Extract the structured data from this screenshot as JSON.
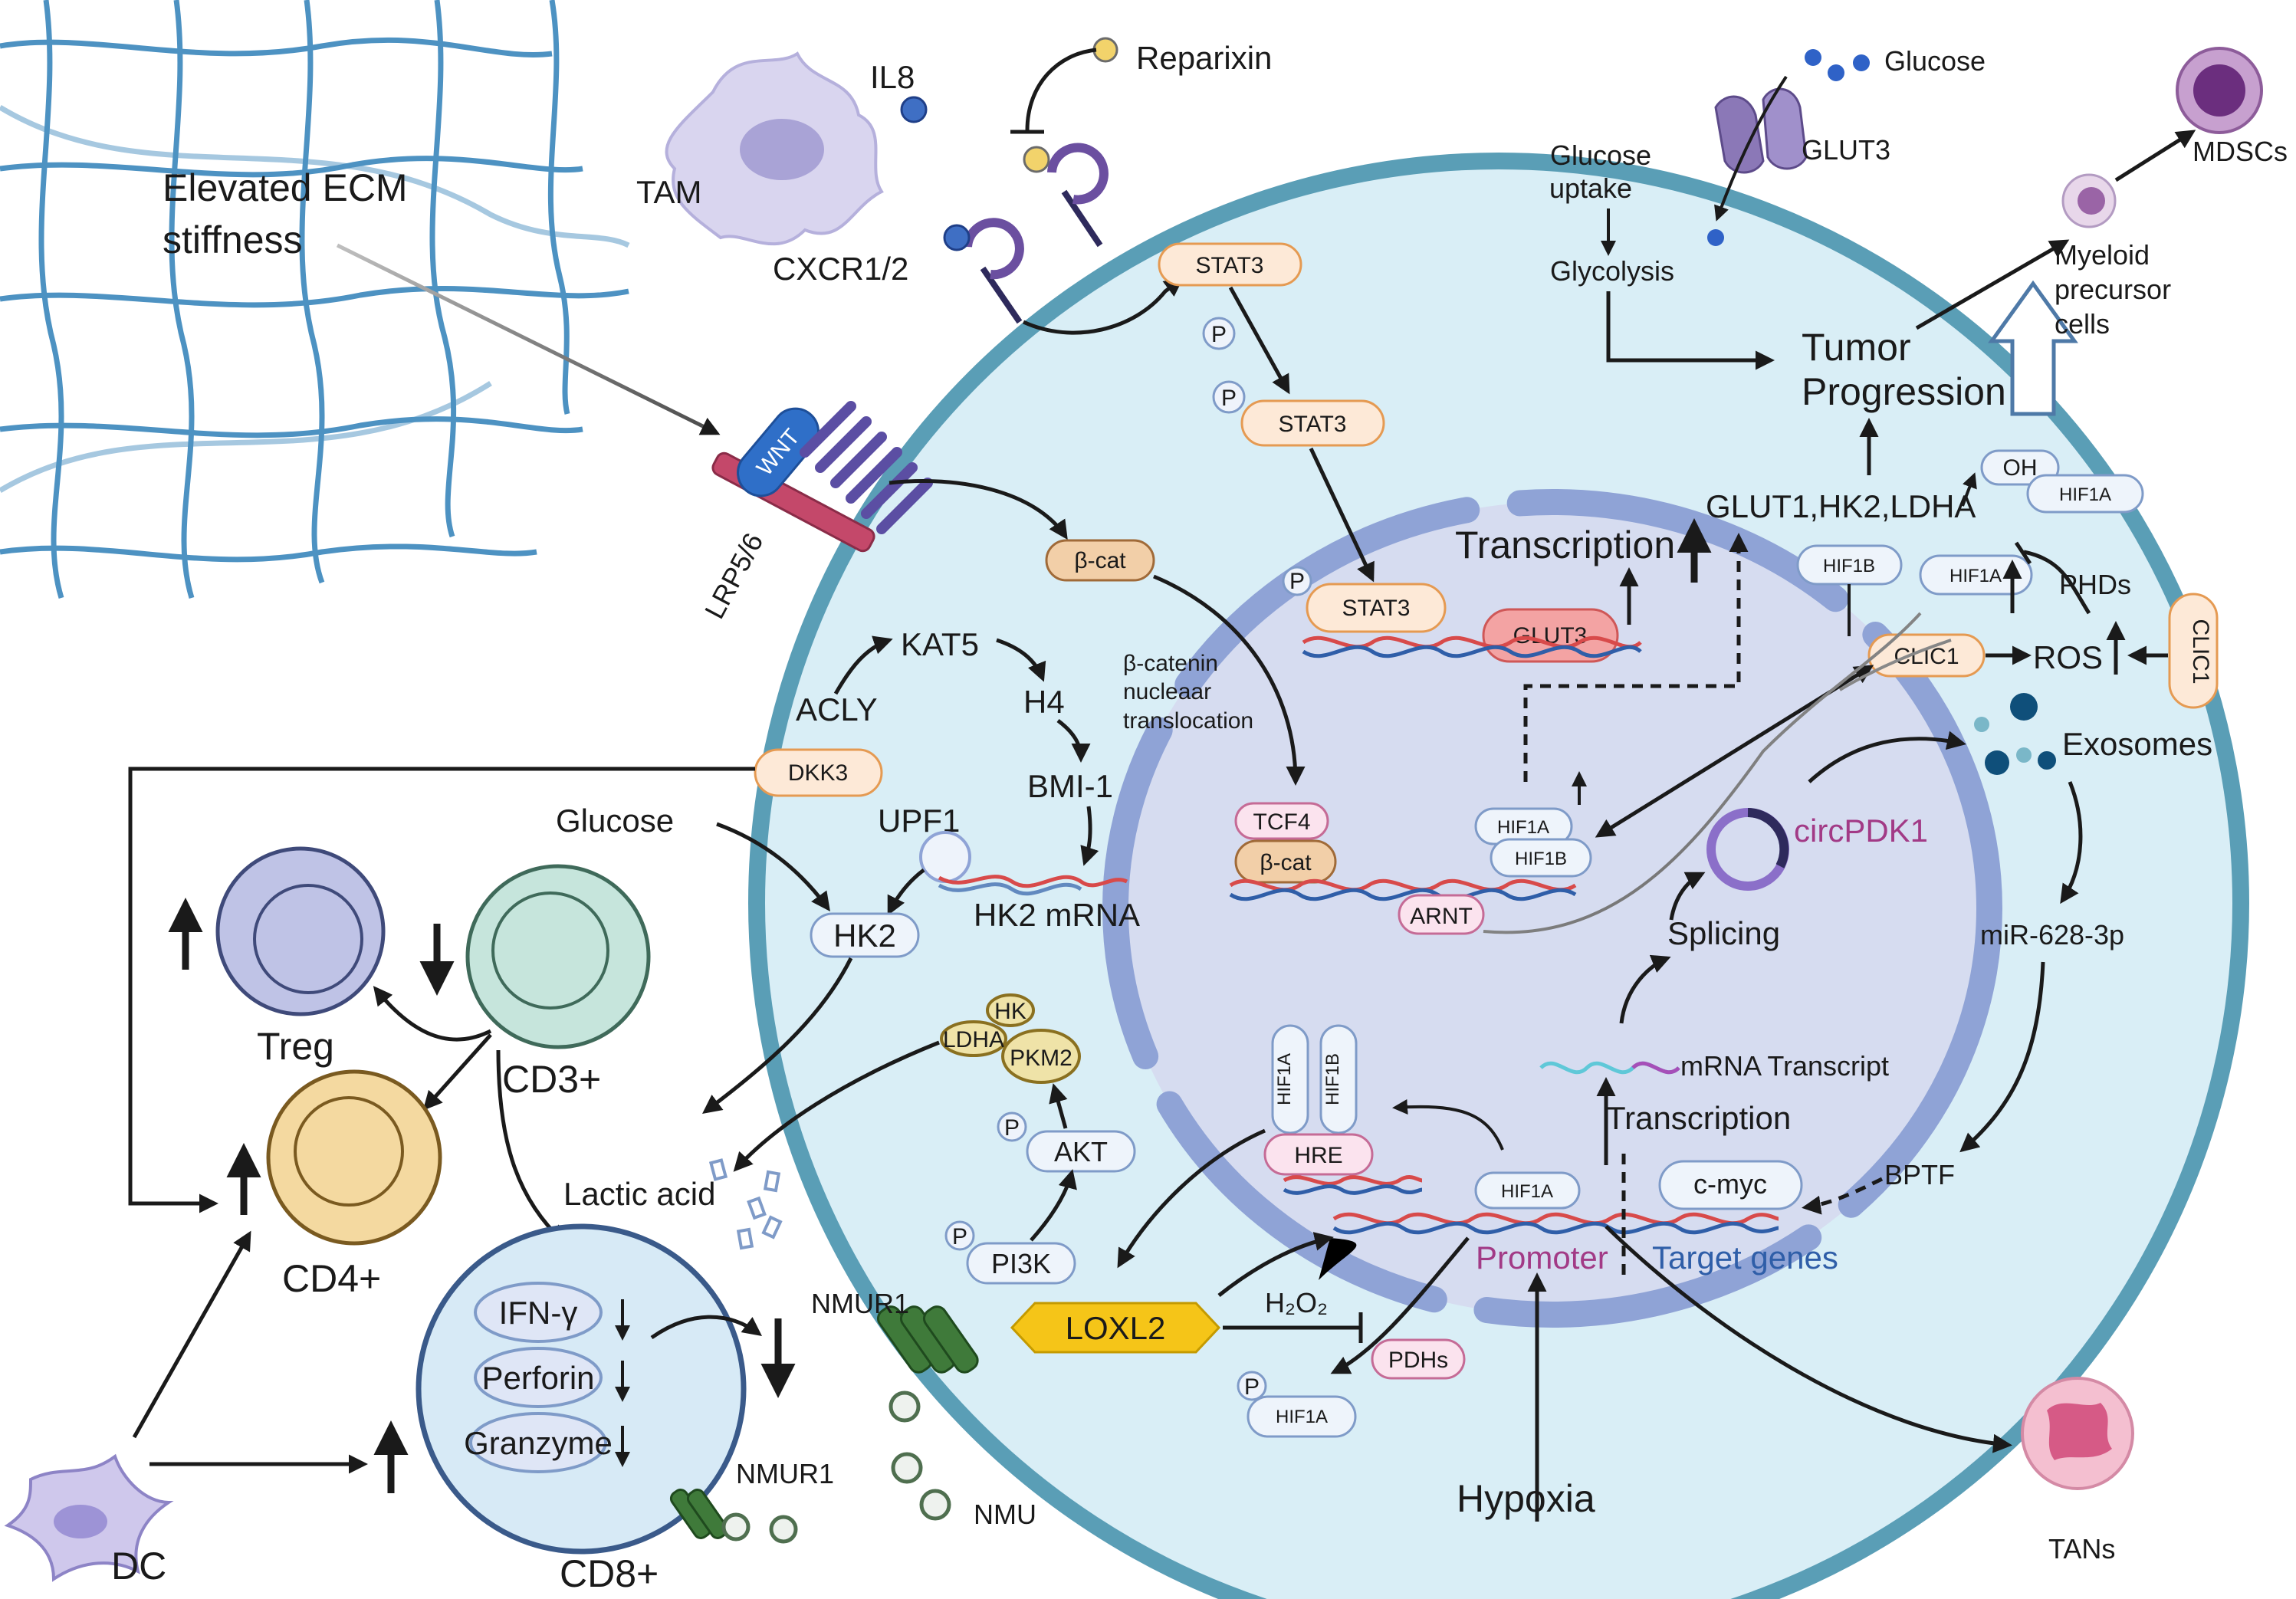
{
  "labels": {
    "ecm": [
      "Elevated ECM",
      "stiffness"
    ],
    "tam": "TAM",
    "il8": "IL8",
    "reparixin": "Reparixin",
    "cxcr": "CXCR1/2",
    "glucose_top": "Glucose",
    "glut3_membrane": "GLUT3",
    "glucose_uptake": [
      "Glucose",
      "uptake"
    ],
    "glycolysis": "Glycolysis",
    "tumor_progression": [
      "Tumor",
      "Progression"
    ],
    "myeloid": [
      "Myeloid",
      "precursor",
      "cells"
    ],
    "mdscs": "MDSCs",
    "stat3_a": "STAT3",
    "stat3_b": "STAT3",
    "stat3_c": "STAT3",
    "p": "P",
    "wnt": "WNT",
    "lrp": "LRP5/6",
    "bcat": "β-cat",
    "kat5": "KAT5",
    "acly": "ACLY",
    "h4": "H4",
    "bmi1": "BMI-1",
    "dkk3": "DKK3",
    "glucose_left": "Glucose",
    "upf1": "UPF1",
    "hk2": "HK2",
    "hk2_mrna": "HK2 mRNA",
    "bcat_translocation": [
      "β-catenin",
      "nucleaar",
      "translocation"
    ],
    "transcription_top": "Transcription",
    "glut3_gene": "GLUT3",
    "glut_genes": "GLUT1,HK2,LDHA",
    "oh": "OH",
    "hif1a": "HIF1A",
    "hif1b": "HIF1B",
    "phds": "PHDs",
    "clic1": "CLIC1",
    "ros": "ROS",
    "exosomes": "Exosomes",
    "tcf4": "TCF4",
    "arnt": "ARNT",
    "circpdk1": "circPDK1",
    "splicing": "Splicing",
    "mir": "miR-628-3p",
    "mrna_transcript": "mRNA Transcript",
    "transcription_bottom": "Transcription",
    "hre": "HRE",
    "cmyc": "c-myc",
    "bptf": "BPTF",
    "promoter": "Promoter",
    "target_genes": "Target genes",
    "treg": "Treg",
    "cd3": "CD3+",
    "cd4": "CD4+",
    "cd8": "CD8+",
    "lactic_acid": "Lactic acid",
    "hk": "HK",
    "ldha": "LDHA",
    "pkm2": "PKM2",
    "akt": "AKT",
    "pi3k": "PI3K",
    "ifn": "IFN-γ",
    "perforin": "Perforin",
    "granzyme": "Granzyme",
    "nmur1_top": "NMUR1",
    "nmur1_bottom": "NMUR1",
    "nmu": "NMU",
    "loxl2": "LOXL2",
    "h2o2": "H₂O₂",
    "pdhs": "PDHs",
    "hypoxia": "Hypoxia",
    "tans": "TANs",
    "dc": "DC"
  },
  "colors": {
    "cell_fill": "#d9eef6",
    "cell_border": "#5a9eb6",
    "nucleus_fill": "#d6dcf0",
    "nucleus_membrane": "#8fa3d6",
    "dna_red": "#d84a4a",
    "dna_blue": "#2f5ea8",
    "ecm_fiber": "#2f7fb8",
    "loxl2": "#f5c518"
  }
}
